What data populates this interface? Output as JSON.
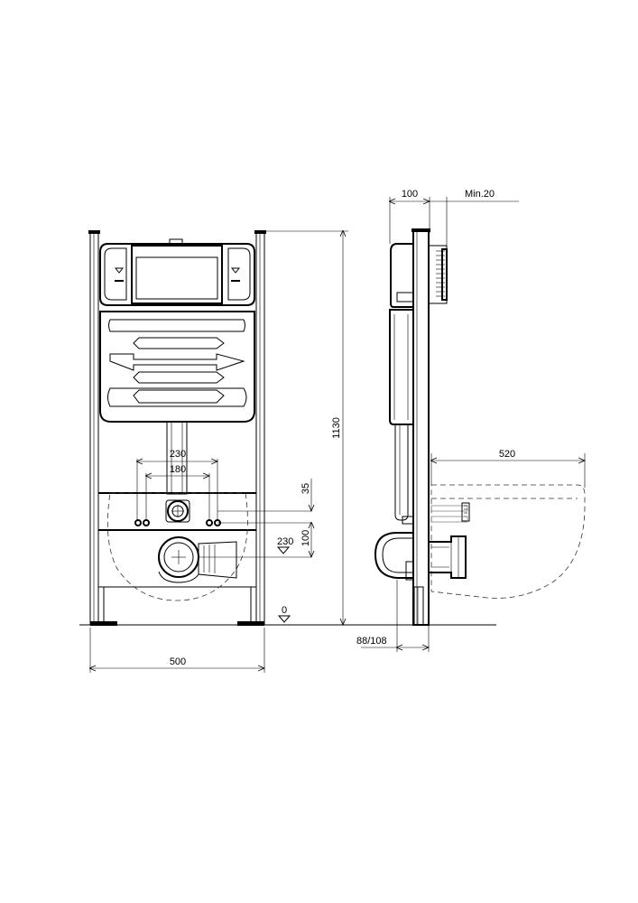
{
  "dimensions": {
    "width_500": "500",
    "height_1130": "1130",
    "spacing_230_top": "230",
    "spacing_180": "180",
    "offset_35": "35",
    "offset_100": "100",
    "level_230": "230",
    "level_0": "0",
    "depth_100": "100",
    "min_20": "Min.20",
    "bowl_520": "520",
    "foot_88_108": "88/108"
  }
}
